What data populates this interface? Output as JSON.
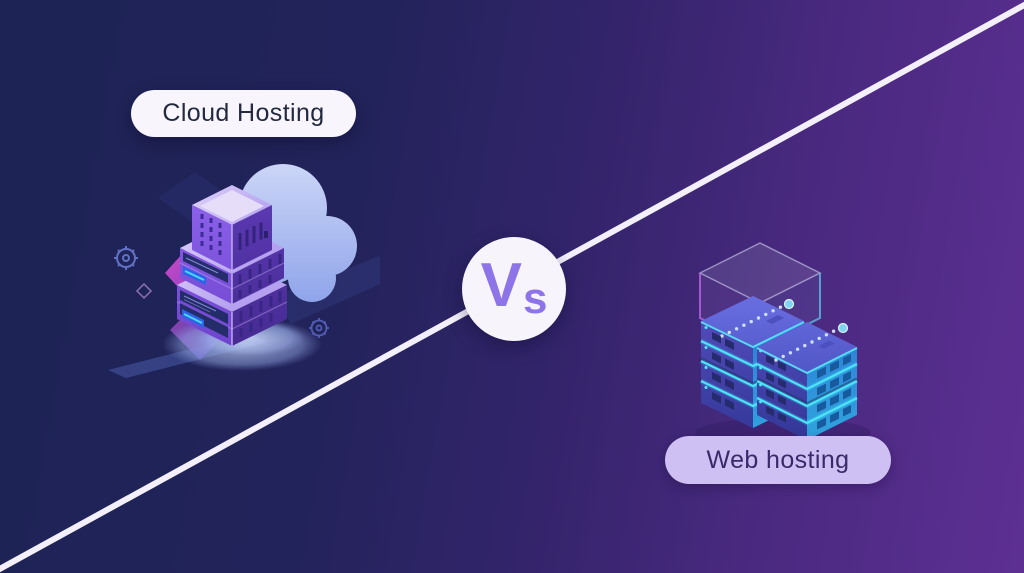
{
  "labels": {
    "left": "Cloud Hosting",
    "right": "Web hosting"
  },
  "vs_badge": {
    "first": "V",
    "second": "s"
  },
  "colors": {
    "bg_left": "#1d2355",
    "bg_mid": "#33246b",
    "bg_right": "#5d2f93",
    "divider_line": "#f3f0fb",
    "left_pill_bg": "#f8f6fc",
    "left_pill_text": "#232a40",
    "right_pill_bg": "#cfc0f3",
    "right_pill_text": "#3b2a6b",
    "vs_circle_bg": "#f7f5fb",
    "vs_text": "#8d74e8",
    "cloud": "#a9baef",
    "server_purple": "#7d53d9",
    "server_blue": "#2f85dc",
    "edge_cyan": "#4ce4f8",
    "accent_pink": "#e14fc6"
  },
  "icons": [
    "cloud-icon",
    "server-tower-icon",
    "gear-icon",
    "glass-box-icon",
    "server-rack-icon"
  ]
}
